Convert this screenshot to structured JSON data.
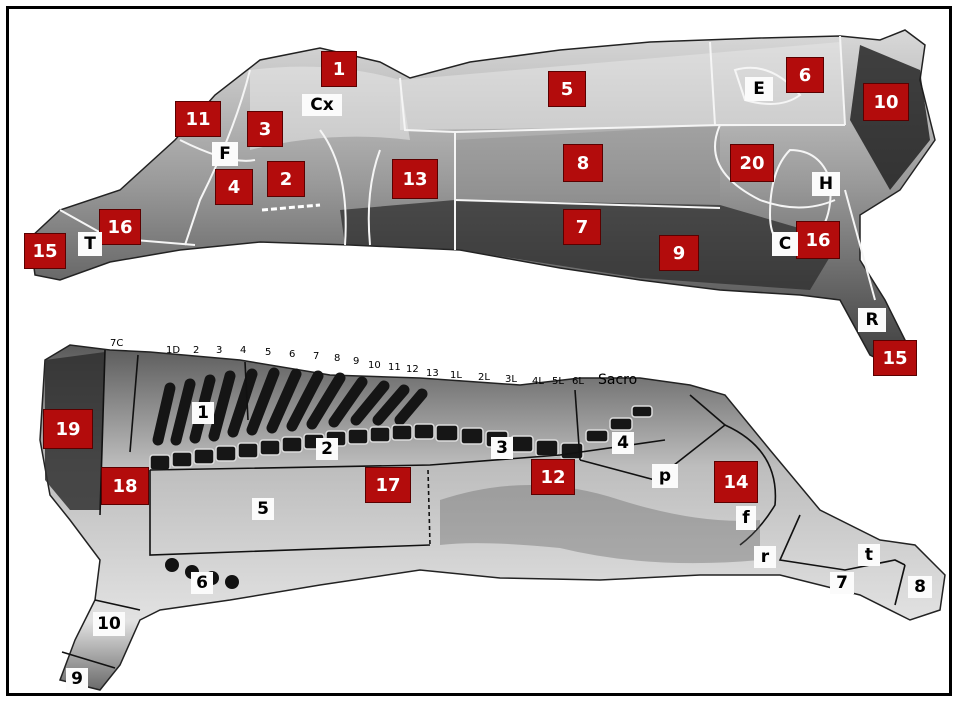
{
  "top_carcass": {
    "red_labels": [
      "1",
      "5",
      "6",
      "10",
      "11",
      "3",
      "8",
      "13",
      "20",
      "4",
      "2",
      "7",
      "9",
      "16",
      "16",
      "15",
      "15"
    ],
    "letter_labels": [
      "Cx",
      "E",
      "F",
      "H",
      "T",
      "C",
      "R"
    ]
  },
  "bottom_carcass": {
    "red_labels": [
      "19",
      "18",
      "17",
      "12",
      "14"
    ],
    "white_labels": [
      "1",
      "2",
      "3",
      "4",
      "5",
      "6",
      "7",
      "8",
      "9",
      "10",
      "p",
      "f",
      "r",
      "t"
    ],
    "vertebrae_ticks": [
      "7C",
      "1D",
      "2",
      "3",
      "4",
      "5",
      "6",
      "7",
      "8",
      "9",
      "10",
      "11",
      "12",
      "13",
      "1L",
      "2L",
      "3L",
      "4L",
      "5L",
      "6L",
      "Sacro"
    ]
  }
}
